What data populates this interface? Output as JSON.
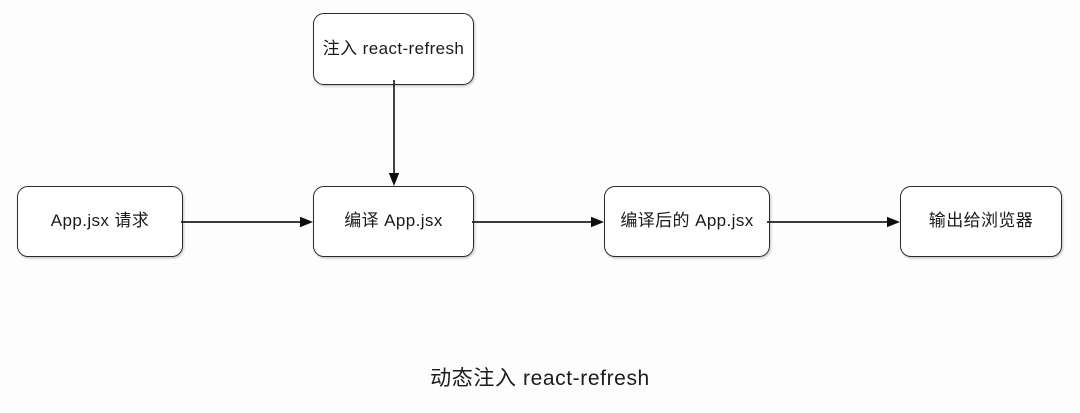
{
  "diagram": {
    "caption": "动态注入 react-refresh",
    "colors": {
      "background": "#fdfdfd",
      "node_fill": "#ffffff",
      "node_border": "#2b2b2b",
      "edge": "#1f1f1f",
      "text": "#1b1b1b"
    },
    "nodes": [
      {
        "id": "inject",
        "label": "注入 react-refresh"
      },
      {
        "id": "request",
        "label": "App.jsx 请求"
      },
      {
        "id": "compile",
        "label": "编译 App.jsx"
      },
      {
        "id": "compiled",
        "label": "编译后的 App.jsx"
      },
      {
        "id": "output",
        "label": "输出给浏览器"
      }
    ],
    "edges": [
      {
        "id": "inject-compile",
        "from": "inject",
        "to": "compile",
        "direction": "down",
        "arrowhead": "filled-triangle"
      },
      {
        "id": "request-compile",
        "from": "request",
        "to": "compile",
        "direction": "right",
        "arrowhead": "filled-triangle"
      },
      {
        "id": "compile-compiled",
        "from": "compile",
        "to": "compiled",
        "direction": "right",
        "arrowhead": "filled-triangle"
      },
      {
        "id": "compiled-output",
        "from": "compiled",
        "to": "output",
        "direction": "right",
        "arrowhead": "filled-triangle"
      }
    ]
  }
}
